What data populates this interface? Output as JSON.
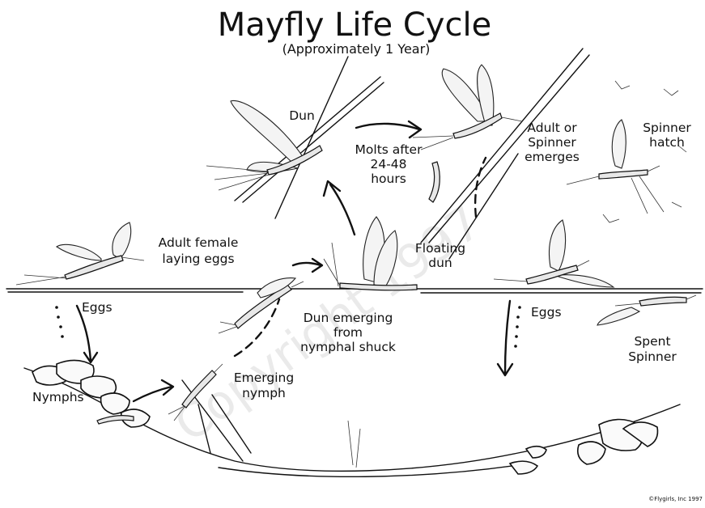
{
  "title": "Mayfly Life Cycle",
  "subtitle": "(Approximately 1 Year)",
  "labels": {
    "dun": "Dun",
    "molts": [
      "Molts after",
      "24-48",
      "hours"
    ],
    "adult_spinner": [
      "Adult or",
      "Spinner",
      "emerges"
    ],
    "spinner_hatch": [
      "Spinner",
      "hatch"
    ],
    "adult_female": [
      "Adult female",
      "laying eggs"
    ],
    "floating_dun": [
      "Floating",
      "dun"
    ],
    "eggs_left": "Eggs",
    "eggs_right": "Eggs",
    "dun_emerging": [
      "Dun emerging",
      "from",
      "nymphal shuck"
    ],
    "spent_spinner": [
      "Spent",
      "Spinner"
    ],
    "nymphs": "Nymphs",
    "emerging_nymph": [
      "Emerging",
      "nymph"
    ]
  },
  "watermark": "Copyright 1997",
  "copyright": "©Flygirls, Inc 1997"
}
